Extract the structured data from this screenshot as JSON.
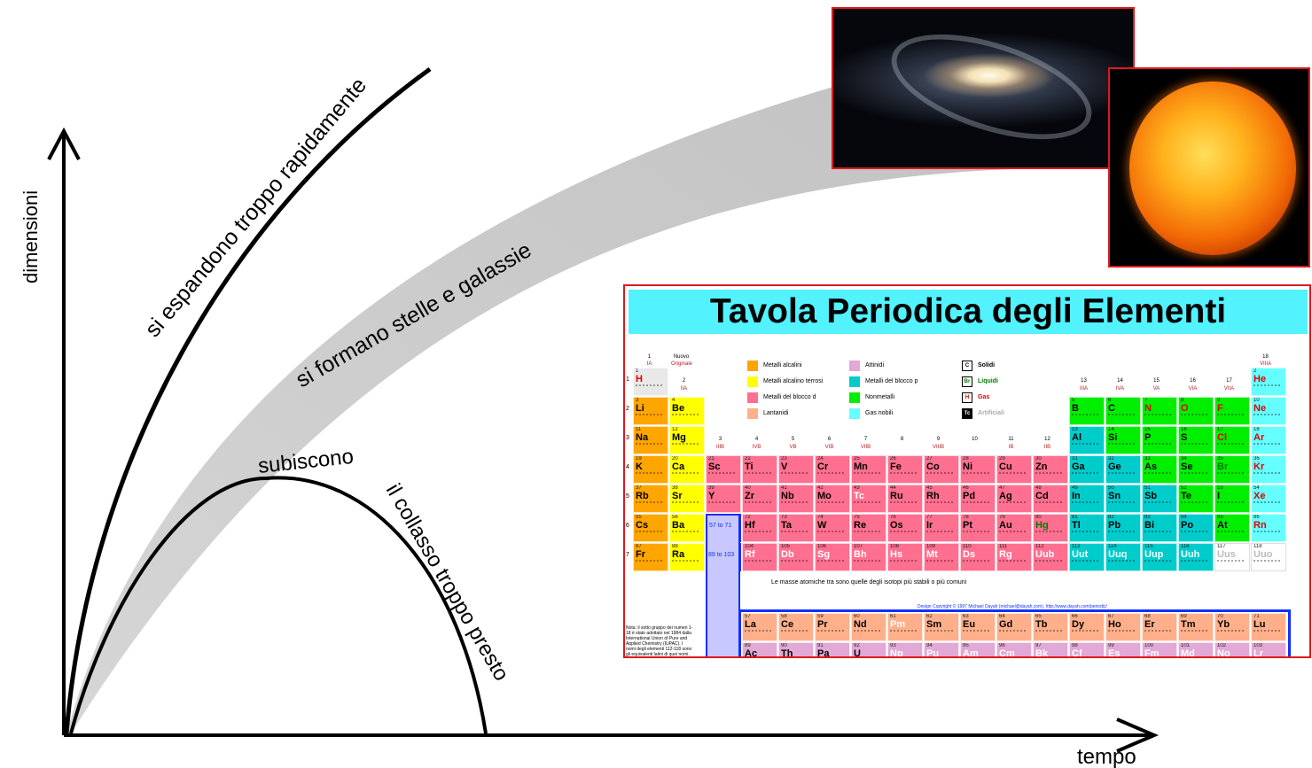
{
  "axes": {
    "y_label": "dimensioni",
    "x_label": "tempo"
  },
  "curves": {
    "fast": "si espandono troppo rapidamente",
    "stars": "si formano stelle e galassie",
    "collapse": "subiscono il collasso troppo presto"
  },
  "images": {
    "galaxy": "galaxy-photo",
    "sun": "sun-photo"
  },
  "periodic_table": {
    "title": "Tavola Periodica degli Elementi",
    "nuovo": "Nuovo",
    "originale": "Originale",
    "group1_num": "1",
    "group1_old": "IA",
    "group18_num": "18",
    "group18_old": "VIIIA",
    "legend_categories": [
      {
        "label": "Metalli alcalini",
        "color": "#ffa500"
      },
      {
        "label": "Metalli alcalino terrosi",
        "color": "#ffff00"
      },
      {
        "label": "Metalli del blocco d",
        "color": "#ff6f8f"
      },
      {
        "label": "Lantanidi",
        "color": "#ffb08a"
      },
      {
        "label": "Attinidi",
        "color": "#e2a8d6"
      },
      {
        "label": "Metalli del blocco p",
        "color": "#00cccc"
      },
      {
        "label": "Nonmetalli",
        "color": "#00ee00"
      },
      {
        "label": "Gas nobili",
        "color": "#66ffff"
      }
    ],
    "legend_states": [
      {
        "sym": "C",
        "label": "Solidi"
      },
      {
        "sym": "Br",
        "label": "Liquidi"
      },
      {
        "sym": "H",
        "label": "Gas"
      },
      {
        "sym": "Tc",
        "label": "Artificiali"
      }
    ],
    "range_lanthanides": "57 to 71",
    "range_actinides": "89 to 103",
    "mass_note": "Le masse atomiche tra sono quelle degli isotopi più stabili o più comuni",
    "copyright": "Design Copyright © 1997 Michael Dayah (michael@dayah.com). http://www.dayah.com/periodic/",
    "side_note": "Nota: il sotto gruppo dei numeri 1-18 è stato adottato nel 1984 dalla International Union of Pure and Applied Chemistry (IUPAC). I nomi degli elementi 112-118 sono gli equivalenti latini di quei nomi.",
    "groups_old": [
      "IA",
      "IIA",
      "IIIB",
      "IVB",
      "VB",
      "VIB",
      "VIIB",
      "",
      "VIIIB",
      "",
      "IB",
      "IIB",
      "IIIA",
      "IVA",
      "VA",
      "VIA",
      "VIIA",
      "VIIIA"
    ],
    "periods": [
      "1",
      "2",
      "3",
      "4",
      "5",
      "6",
      "7"
    ],
    "colors": {
      "alkali": "#ffa500",
      "alkaline": "#ffff00",
      "dblock": "#ff6f8f",
      "lanth": "#ffb08a",
      "actin": "#e2a8d6",
      "pblock": "#00cccc",
      "nonmetal": "#00ee00",
      "noble": "#66ffff",
      "unknown": "#ffffff",
      "hydrogen": "#e8e8e8",
      "frame": "#1030ff",
      "placeholder": "#c8c8ff"
    },
    "main_rows": [
      [
        [
          "1",
          "H",
          "hydrogen"
        ]
      ],
      [
        [
          "3",
          "Li",
          "alkali"
        ],
        [
          "4",
          "Be",
          "alkaline"
        ]
      ],
      [
        [
          "11",
          "Na",
          "alkali"
        ],
        [
          "12",
          "Mg",
          "alkaline"
        ]
      ],
      [
        [
          "19",
          "K",
          "alkali"
        ],
        [
          "20",
          "Ca",
          "alkaline"
        ],
        [
          "21",
          "Sc",
          "dblock"
        ],
        [
          "22",
          "Ti",
          "dblock"
        ],
        [
          "23",
          "V",
          "dblock"
        ],
        [
          "24",
          "Cr",
          "dblock"
        ],
        [
          "25",
          "Mn",
          "dblock"
        ],
        [
          "26",
          "Fe",
          "dblock"
        ],
        [
          "27",
          "Co",
          "dblock"
        ],
        [
          "28",
          "Ni",
          "dblock"
        ],
        [
          "29",
          "Cu",
          "dblock"
        ],
        [
          "30",
          "Zn",
          "dblock"
        ]
      ],
      [
        [
          "37",
          "Rb",
          "alkali"
        ],
        [
          "38",
          "Sr",
          "alkaline"
        ],
        [
          "39",
          "Y",
          "dblock"
        ],
        [
          "40",
          "Zr",
          "dblock"
        ],
        [
          "41",
          "Nb",
          "dblock"
        ],
        [
          "42",
          "Mo",
          "dblock"
        ],
        [
          "43",
          "Tc",
          "dblock"
        ],
        [
          "44",
          "Ru",
          "dblock"
        ],
        [
          "45",
          "Rh",
          "dblock"
        ],
        [
          "46",
          "Pd",
          "dblock"
        ],
        [
          "47",
          "Ag",
          "dblock"
        ],
        [
          "48",
          "Cd",
          "dblock"
        ]
      ],
      [
        [
          "55",
          "Cs",
          "alkali"
        ],
        [
          "56",
          "Ba",
          "alkaline"
        ],
        [
          "",
          "",
          "placeholder"
        ],
        [
          "72",
          "Hf",
          "dblock"
        ],
        [
          "73",
          "Ta",
          "dblock"
        ],
        [
          "74",
          "W",
          "dblock"
        ],
        [
          "75",
          "Re",
          "dblock"
        ],
        [
          "76",
          "Os",
          "dblock"
        ],
        [
          "77",
          "Ir",
          "dblock"
        ],
        [
          "78",
          "Pt",
          "dblock"
        ],
        [
          "79",
          "Au",
          "dblock"
        ],
        [
          "80",
          "Hg",
          "dblock"
        ]
      ],
      [
        [
          "87",
          "Fr",
          "alkali"
        ],
        [
          "88",
          "Ra",
          "alkaline"
        ],
        [
          "",
          "",
          "placeholder"
        ],
        [
          "104",
          "Rf",
          "dblock"
        ],
        [
          "105",
          "Db",
          "dblock"
        ],
        [
          "106",
          "Sg",
          "dblock"
        ],
        [
          "107",
          "Bh",
          "dblock"
        ],
        [
          "108",
          "Hs",
          "dblock"
        ],
        [
          "109",
          "Mt",
          "dblock"
        ],
        [
          "110",
          "Ds",
          "dblock"
        ],
        [
          "111",
          "Rg",
          "dblock"
        ],
        [
          "112",
          "Uub",
          "dblock"
        ]
      ]
    ],
    "right_rows": [
      [
        [
          "2",
          "He",
          "noble"
        ]
      ],
      [
        [
          "5",
          "B",
          "nonmetal"
        ],
        [
          "6",
          "C",
          "nonmetal"
        ],
        [
          "7",
          "N",
          "nonmetal"
        ],
        [
          "8",
          "O",
          "nonmetal"
        ],
        [
          "9",
          "F",
          "nonmetal"
        ],
        [
          "10",
          "Ne",
          "noble"
        ]
      ],
      [
        [
          "13",
          "Al",
          "pblock"
        ],
        [
          "14",
          "Si",
          "nonmetal"
        ],
        [
          "15",
          "P",
          "nonmetal"
        ],
        [
          "16",
          "S",
          "nonmetal"
        ],
        [
          "17",
          "Cl",
          "nonmetal"
        ],
        [
          "18",
          "Ar",
          "noble"
        ]
      ],
      [
        [
          "31",
          "Ga",
          "pblock"
        ],
        [
          "32",
          "Ge",
          "pblock"
        ],
        [
          "33",
          "As",
          "nonmetal"
        ],
        [
          "34",
          "Se",
          "nonmetal"
        ],
        [
          "35",
          "Br",
          "nonmetal"
        ],
        [
          "36",
          "Kr",
          "noble"
        ]
      ],
      [
        [
          "49",
          "In",
          "pblock"
        ],
        [
          "50",
          "Sn",
          "pblock"
        ],
        [
          "51",
          "Sb",
          "pblock"
        ],
        [
          "52",
          "Te",
          "nonmetal"
        ],
        [
          "53",
          "I",
          "nonmetal"
        ],
        [
          "54",
          "Xe",
          "noble"
        ]
      ],
      [
        [
          "81",
          "Tl",
          "pblock"
        ],
        [
          "82",
          "Pb",
          "pblock"
        ],
        [
          "83",
          "Bi",
          "pblock"
        ],
        [
          "84",
          "Po",
          "pblock"
        ],
        [
          "85",
          "At",
          "nonmetal"
        ],
        [
          "86",
          "Rn",
          "noble"
        ]
      ],
      [
        [
          "113",
          "Uut",
          "pblock"
        ],
        [
          "114",
          "Uuq",
          "pblock"
        ],
        [
          "115",
          "Uup",
          "pblock"
        ],
        [
          "116",
          "Uuh",
          "pblock"
        ],
        [
          "117",
          "Uus",
          "unknown"
        ],
        [
          "118",
          "Uuo",
          "unknown"
        ]
      ]
    ],
    "lanthanides": [
      [
        "57",
        "La"
      ],
      [
        "58",
        "Ce"
      ],
      [
        "59",
        "Pr"
      ],
      [
        "60",
        "Nd"
      ],
      [
        "61",
        "Pm"
      ],
      [
        "62",
        "Sm"
      ],
      [
        "63",
        "Eu"
      ],
      [
        "64",
        "Gd"
      ],
      [
        "65",
        "Tb"
      ],
      [
        "66",
        "Dy"
      ],
      [
        "67",
        "Ho"
      ],
      [
        "68",
        "Er"
      ],
      [
        "69",
        "Tm"
      ],
      [
        "70",
        "Yb"
      ],
      [
        "71",
        "Lu"
      ]
    ],
    "actinides": [
      [
        "89",
        "Ac"
      ],
      [
        "90",
        "Th"
      ],
      [
        "91",
        "Pa"
      ],
      [
        "92",
        "U"
      ],
      [
        "93",
        "Np"
      ],
      [
        "94",
        "Pu"
      ],
      [
        "95",
        "Am"
      ],
      [
        "96",
        "Cm"
      ],
      [
        "97",
        "Bk"
      ],
      [
        "98",
        "Cf"
      ],
      [
        "99",
        "Es"
      ],
      [
        "100",
        "Fm"
      ],
      [
        "101",
        "Md"
      ],
      [
        "102",
        "No"
      ],
      [
        "103",
        "Lr"
      ]
    ]
  }
}
